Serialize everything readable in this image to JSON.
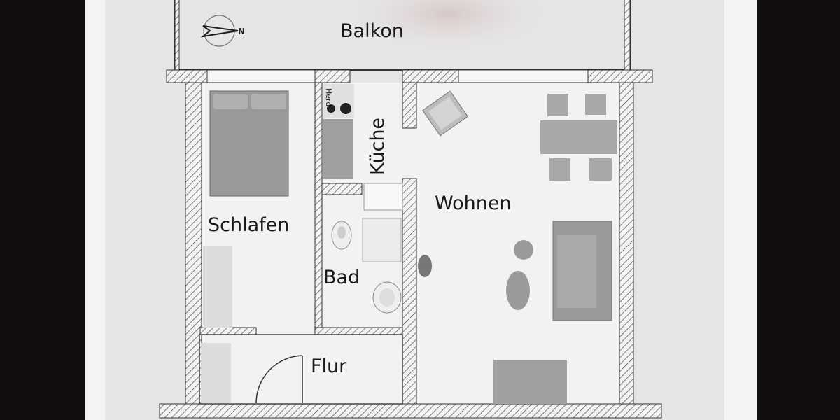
{
  "plan": {
    "rooms": {
      "balkon": "Balkon",
      "schlafen": "Schlafen",
      "kueche": "Küche",
      "bad": "Bad",
      "wohnen": "Wohnen",
      "flur": "Flur"
    },
    "stove_label": "Herd",
    "compass_label": "N"
  },
  "colors": {
    "screen_bezel": "#1a1414",
    "paper": "#e8e8e8",
    "furniture": "#9a9a9a",
    "wall_hatch": "#555555"
  }
}
